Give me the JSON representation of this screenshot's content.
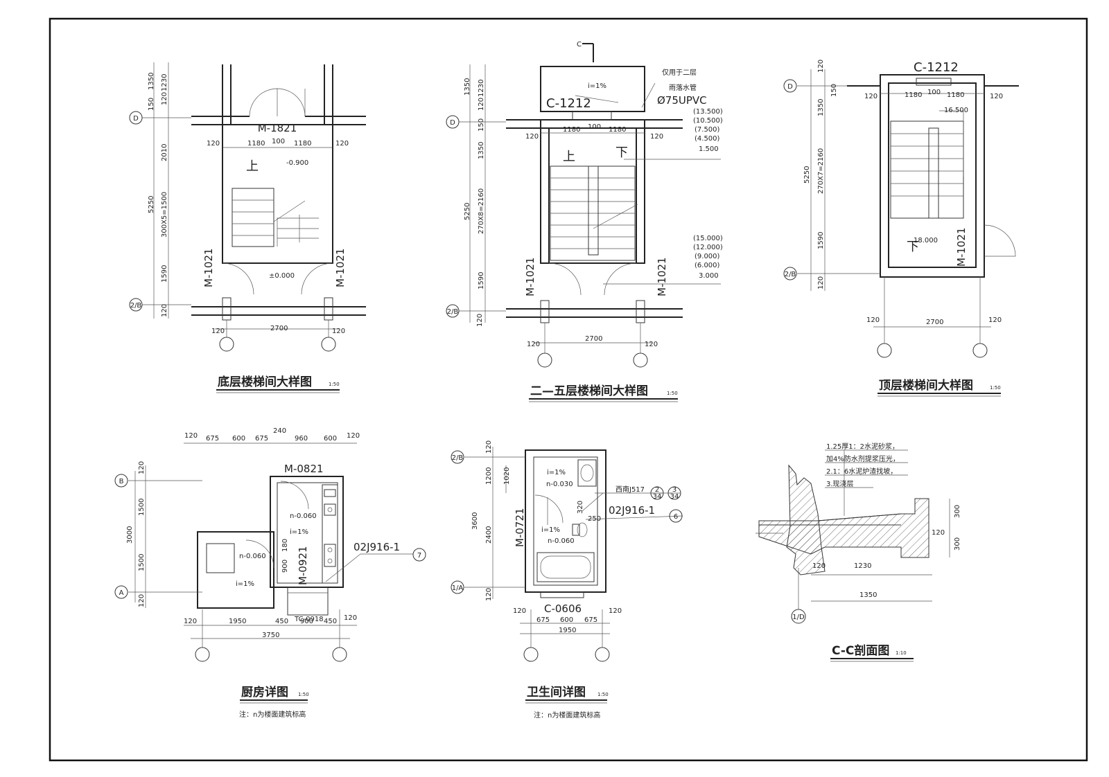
{
  "drawings": {
    "ground_stair": {
      "title": "底层楼梯间大样图",
      "scale": "1:50",
      "axes": [
        "D",
        "2/B"
      ],
      "doors": [
        "M-1821",
        "M-1021",
        "M-1021"
      ],
      "levels": [
        "-0.900",
        "±0.000"
      ],
      "up_label": "上",
      "dims_left": [
        "1350",
        "1230",
        "120",
        "150",
        "2010",
        "5250",
        "300X5=1500",
        "1590",
        "120"
      ],
      "dims_top": [
        "120",
        "1180",
        "100",
        "1180",
        "120"
      ],
      "dims_bottom": [
        "120",
        "2700",
        "120"
      ]
    },
    "mid_stair": {
      "title": "二—五层楼梯间大样图",
      "scale": "1:50",
      "section_mark": "C",
      "axes": [
        "D",
        "2/B"
      ],
      "window": "C-1212",
      "slope": "i=1%",
      "notes": [
        "仅用于二层",
        "雨落水管",
        "Ø75UPVC"
      ],
      "levels_upper": [
        "(13.500)",
        "(10.500)",
        "(7.500)",
        "(4.500)",
        "1.500"
      ],
      "levels_lower": [
        "(15.000)",
        "(12.000)",
        "(9.000)",
        "(6.000)",
        "3.000"
      ],
      "doors": [
        "M-1021",
        "M-1021"
      ],
      "up_label": "上",
      "down_label": "下",
      "dims_left": [
        "1350",
        "1230",
        "120",
        "150",
        "1350",
        "5250",
        "270X8=2160",
        "1590",
        "120"
      ],
      "dims_top": [
        "120",
        "1180",
        "100",
        "1180",
        "120"
      ],
      "dims_bottom": [
        "120",
        "2700",
        "120"
      ]
    },
    "top_stair": {
      "title": "顶层楼梯间大样图",
      "scale": "1:50",
      "axes": [
        "D",
        "2/B"
      ],
      "window": "C-1212",
      "levels": [
        "16.500",
        "18.000"
      ],
      "door": "M-1021",
      "down_label": "下",
      "dims_left": [
        "120",
        "150",
        "1350",
        "5250",
        "270X7=2160",
        "1590",
        "120"
      ],
      "dims_top": [
        "120",
        "1180",
        "100",
        "1180",
        "120"
      ],
      "dims_bottom": [
        "120",
        "2700",
        "120"
      ]
    },
    "kitchen": {
      "title": "厨房详图",
      "scale": "1:50",
      "note": "注：n为楼面建筑标高",
      "axes": [
        "B",
        "A"
      ],
      "doors": [
        "M-0821",
        "M-0921"
      ],
      "window": "TC-0918",
      "levels": [
        "n-0.060",
        "n-0.060"
      ],
      "slopes": [
        "i=1%",
        "i=1%"
      ],
      "ref": "02J916-1",
      "ref_circle": "7",
      "dims_top": [
        "120",
        "675",
        "600",
        "675",
        "240",
        "960",
        "600",
        "120"
      ],
      "dims_left": [
        "120",
        "1500",
        "3000",
        "1500",
        "120"
      ],
      "dims_inner": [
        "180",
        "900"
      ],
      "dims_bottom": [
        "120",
        "1950",
        "450",
        "900",
        "450",
        "120"
      ],
      "dims_total": "3750"
    },
    "bathroom": {
      "title": "卫生间详图",
      "scale": "1:50",
      "note": "注：n为楼面建筑标高",
      "axes": [
        "2/B",
        "1/A"
      ],
      "door": "M-0721",
      "window": "C-0606",
      "slopes": [
        "i=1%",
        "i=1%"
      ],
      "levels": [
        "n-0.030",
        "n-0.060"
      ],
      "ref_a": "西南J517",
      "ref_a_marks": [
        "2",
        "34",
        "3",
        "34"
      ],
      "ref_b": "02J916-1",
      "ref_b_mark": "6",
      "dims_left": [
        "120",
        "1200",
        "1020",
        "3600",
        "2400",
        "120"
      ],
      "dims_inner": [
        "320",
        "250"
      ],
      "dims_bottom": [
        "120",
        "675",
        "600",
        "675",
        "120"
      ],
      "dims_total": "1950"
    },
    "section_cc": {
      "title": "C-C剖面图",
      "scale": "1:10",
      "axis": "1/D",
      "notes": [
        "1.25厚1：2水泥砂浆，",
        "加4%防水剂提浆压光，",
        "2.1：6水泥炉渣找坡，",
        "3.现浇层"
      ],
      "dims_right": [
        "300",
        "120",
        "300"
      ],
      "dims_bottom": [
        "120",
        "1230",
        "1350"
      ]
    }
  }
}
